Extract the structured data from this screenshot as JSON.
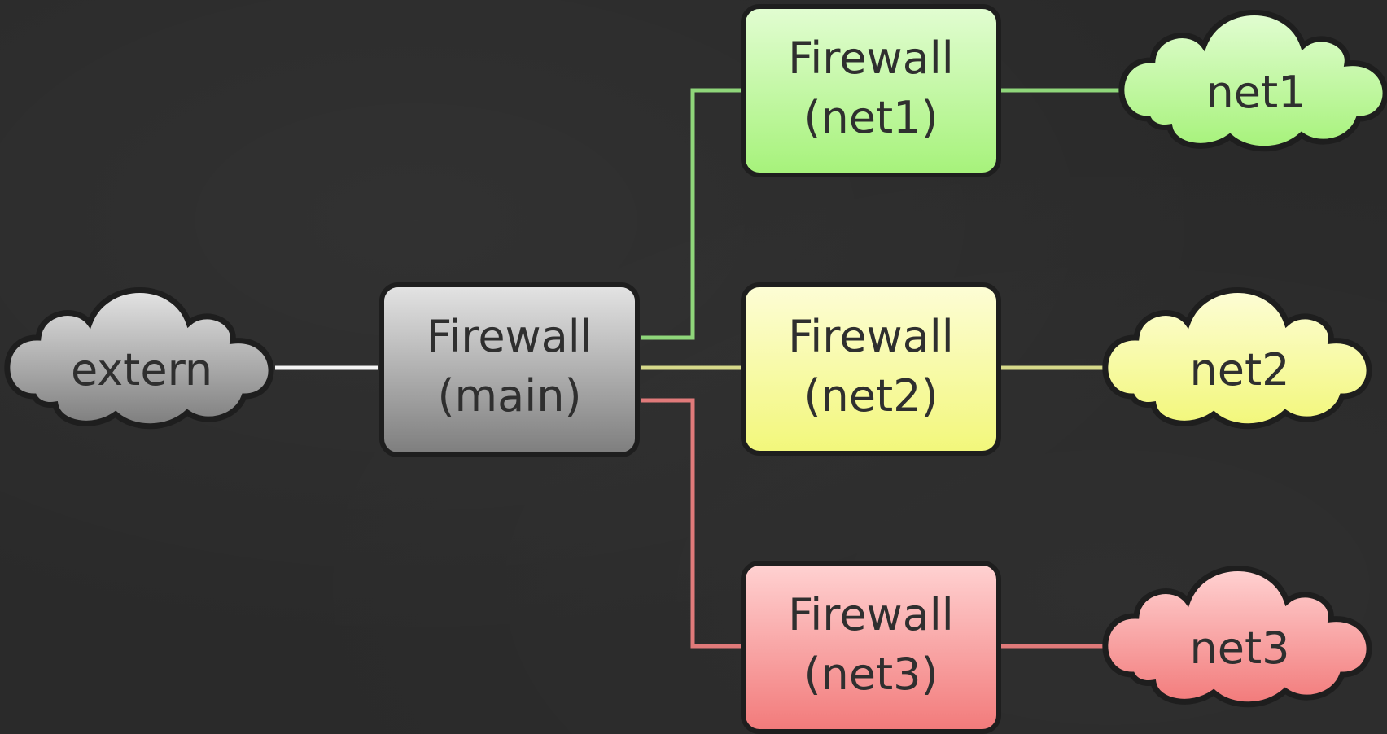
{
  "diagram": {
    "nodes": {
      "extern": {
        "label": "extern",
        "color": "#9e9e9e"
      },
      "fw_main": {
        "line1": "Firewall",
        "line2": "(main)",
        "color": "#a8a8a8"
      },
      "fw_net1": {
        "line1": "Firewall",
        "line2": "(net1)",
        "color": "#b6f28e"
      },
      "fw_net2": {
        "line1": "Firewall",
        "line2": "(net2)",
        "color": "#f4f7a0"
      },
      "fw_net3": {
        "line1": "Firewall",
        "line2": "(net3)",
        "color": "#f79a9a"
      },
      "net1": {
        "label": "net1",
        "color": "#b6f28e"
      },
      "net2": {
        "label": "net2",
        "color": "#f4f7a0"
      },
      "net3": {
        "label": "net3",
        "color": "#f79a9a"
      }
    },
    "edges": [
      {
        "from": "extern",
        "to": "fw_main",
        "color": "#ffffff"
      },
      {
        "from": "fw_main",
        "to": "fw_net1",
        "color": "#8fd67a"
      },
      {
        "from": "fw_main",
        "to": "fw_net2",
        "color": "#d6d98a"
      },
      {
        "from": "fw_main",
        "to": "fw_net3",
        "color": "#e07a7a"
      },
      {
        "from": "fw_net1",
        "to": "net1",
        "color": "#8fd67a"
      },
      {
        "from": "fw_net2",
        "to": "net2",
        "color": "#d6d98a"
      },
      {
        "from": "fw_net3",
        "to": "net3",
        "color": "#e07a7a"
      }
    ]
  }
}
